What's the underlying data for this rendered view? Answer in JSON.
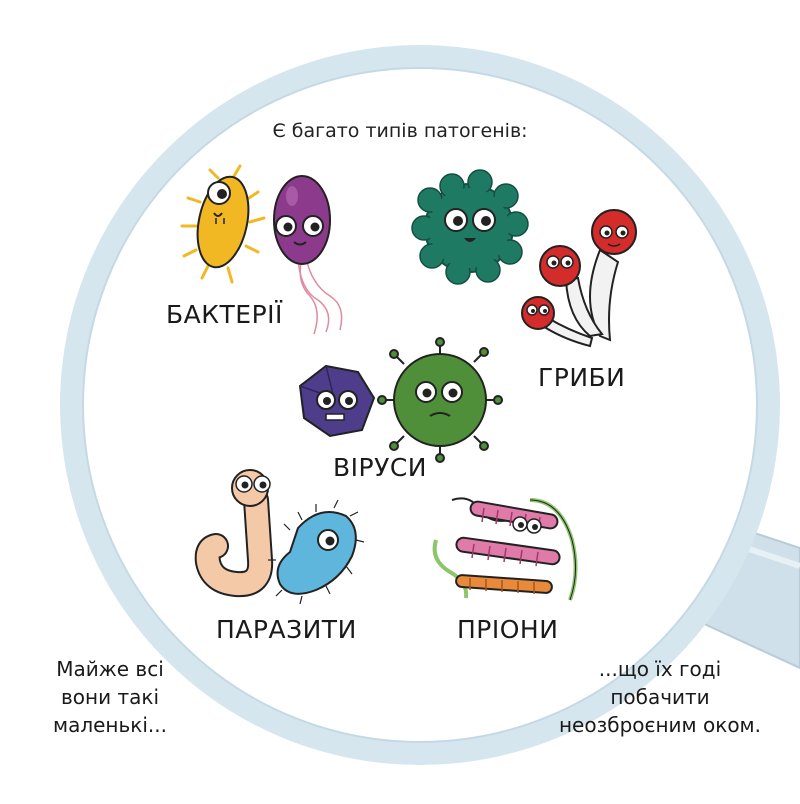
{
  "title": "Є багато типів патогенів:",
  "labels": {
    "bacteria": "БАКТЕРІЇ",
    "fungi": "ГРИБИ",
    "viruses": "ВІРУСИ",
    "parasites": "ПАРАЗИТИ",
    "prions": "ПРІОНИ"
  },
  "corner_left": [
    "Майже всі",
    "вони такі",
    "маленькі..."
  ],
  "corner_right": [
    "...що їх годі",
    "побачити",
    "неозброєним оком."
  ],
  "colors": {
    "lens_rim": "#d6e6ef",
    "lens_fill": "#ffffff",
    "handle": "#cfe0ea",
    "bacteria_yellow": "#f2b823",
    "bacteria_purple": "#8c3a8c",
    "fungus_green": "#1f7a64",
    "mushroom_red": "#d42b2b",
    "virus_purple": "#4e3d8a",
    "virus_green": "#4f8f3a",
    "worm": "#f4c9a8",
    "parasite_blue": "#5fb6dc",
    "prion_pink": "#e07aa8",
    "prion_orange": "#e88a3a",
    "prion_green": "#8cc56b"
  }
}
